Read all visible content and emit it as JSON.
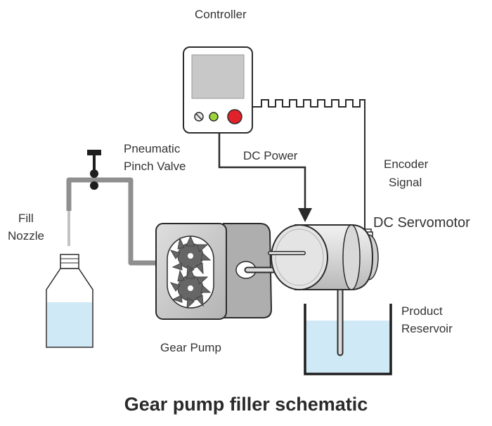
{
  "labels": {
    "controller": "Controller",
    "dc_power": "DC Power",
    "encoder_line1": "Encoder",
    "encoder_line2": "Signal",
    "pinch_valve_line1": "Pneumatic",
    "pinch_valve_line2": "Pinch Valve",
    "fill_nozzle_line1": "Fill",
    "fill_nozzle_line2": "Nozzle",
    "servomotor": "DC Servomotor",
    "gear_pump": "Gear Pump",
    "reservoir_line1": "Product",
    "reservoir_line2": "Reservoir"
  },
  "caption": "Gear pump filler schematic",
  "colors": {
    "outline": "#2b2b2b",
    "tube": "#8f8f8f",
    "liquid": "#cfe9f7",
    "gear": "#666666",
    "pump_body": "#c9c9c9",
    "motor": "#dcdcdc",
    "screen": "#c8c8c8",
    "button_green": "#9bd53a",
    "button_red": "#e2222a"
  }
}
